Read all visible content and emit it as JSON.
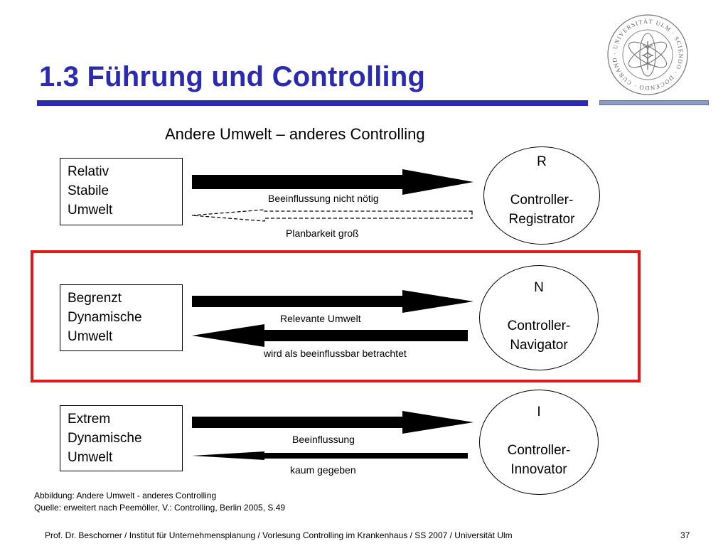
{
  "slide": {
    "title": "1.3 Führung und Controlling",
    "subtitle": "Andere Umwelt – anderes Controlling",
    "logo": {
      "ring_text": "· UNIVERSITÄT ULM · SCIENDO · DOCENDO · CURANDO ·",
      "icon": "university-seal"
    },
    "rows": [
      {
        "environment": [
          "Relativ",
          "Stabile",
          "Umwelt"
        ],
        "upper_label": "Beeinflussung nicht nötig",
        "lower_label": "Planbarkeit groß",
        "role_code": "R",
        "role": [
          "Controller-",
          "Registrator"
        ],
        "return_arrow": "dashed"
      },
      {
        "environment": [
          "Begrenzt",
          "Dynamische",
          "Umwelt"
        ],
        "upper_label": "Relevante Umwelt",
        "lower_label": "wird als beeinflussbar betrachtet",
        "role_code": "N",
        "role": [
          "Controller-",
          "Navigator"
        ],
        "return_arrow": "thick",
        "highlighted": true
      },
      {
        "environment": [
          "Extrem",
          "Dynamische",
          "Umwelt"
        ],
        "upper_label": "Beeinflussung",
        "lower_label": "kaum gegeben",
        "role_code": "I",
        "role": [
          "Controller-",
          "Innovator"
        ],
        "return_arrow": "thin"
      }
    ],
    "caption": {
      "line1": "Abbildung: Andere Umwelt - anderes Controlling",
      "line2": "Quelle: erweitert nach Peemöller, V.: Controlling, Berlin 2005, S.49"
    },
    "footer": "Prof. Dr. Beschorner / Institut für Unternehmensplanung / Vorlesung Controlling im Krankenhaus / SS 2007 / Universität Ulm",
    "page_number": "37"
  },
  "colors": {
    "title": "#2b2bb0",
    "rule_side": "#8c9dc6",
    "highlight_frame": "#e0191b"
  }
}
